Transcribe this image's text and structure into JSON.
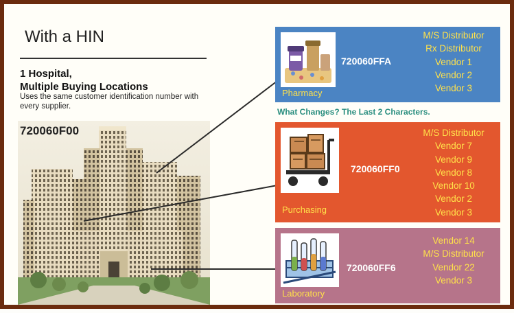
{
  "title": "With a HIN",
  "heading_line1": "1 Hospital,",
  "heading_line2": "Multiple Buying Locations",
  "subtext": "Uses the same customer identification number with every supplier.",
  "main_hin": "720060F00",
  "changes_note": "What Changes? The Last 2 Characters.",
  "colors": {
    "frame": "#6b2b0e",
    "pharmacy": "#4b84c3",
    "purchasing": "#e3572e",
    "laboratory": "#b6748a",
    "vendor_text": "#ffe14a",
    "note_text": "#2a8e7f"
  },
  "locations": [
    {
      "label": "Pharmacy",
      "code": "720060FFA",
      "icon": "pharmacy-icon",
      "vendors": [
        "M/S Distributor",
        "Rx Distributor",
        "Vendor 1",
        "Vendor 2",
        "Vendor 3"
      ]
    },
    {
      "label": "Purchasing",
      "code": "720060FF0",
      "icon": "cart-icon",
      "vendors": [
        "M/S Distributor",
        "Vendor 7",
        "Vendor 9",
        "Vendor 8",
        "Vendor 10",
        "Vendor 2",
        "Vendor 3"
      ]
    },
    {
      "label": "Laboratory",
      "code": "720060FF6",
      "icon": "test-tubes-icon",
      "vendors": [
        "Vendor 14",
        "M/S Distributor",
        "Vendor 22",
        "Vendor 3"
      ]
    }
  ]
}
